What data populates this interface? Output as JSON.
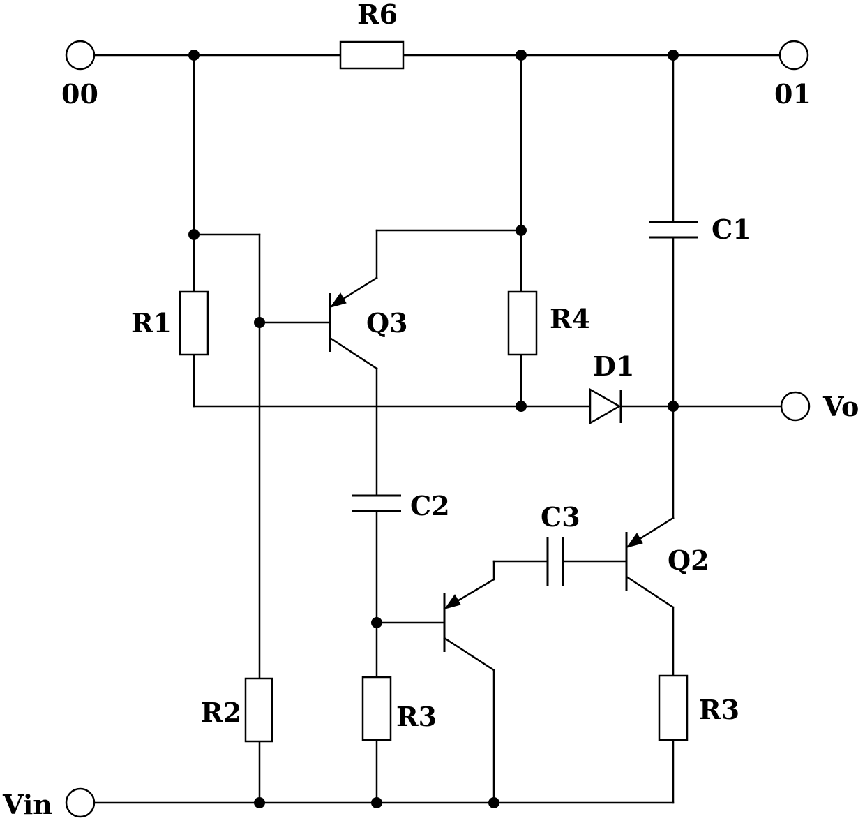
{
  "terminals": {
    "t00": "00",
    "t01": "01",
    "vo": "Vo",
    "vin": "Vin"
  },
  "components": {
    "r6": "R6",
    "r1": "R1",
    "r2": "R2",
    "r3_left": "R3",
    "r3_right": "R3",
    "r4": "R4",
    "c1": "C1",
    "c2": "C2",
    "c3": "C3",
    "d1": "D1",
    "q3": "Q3",
    "q2": "Q2"
  }
}
